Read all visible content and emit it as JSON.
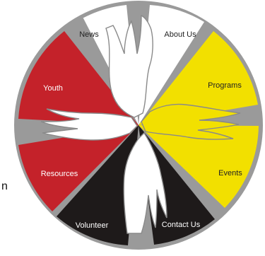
{
  "menu": {
    "items": [
      {
        "id": "news",
        "label": "News",
        "fill": "#ffffff",
        "text_color": "#222222"
      },
      {
        "id": "about",
        "label": "About Us",
        "fill": "#ffffff",
        "text_color": "#222222"
      },
      {
        "id": "programs",
        "label": "Programs",
        "fill": "#f2e000",
        "text_color": "#222222"
      },
      {
        "id": "events",
        "label": "Events",
        "fill": "#f2e000",
        "text_color": "#222222"
      },
      {
        "id": "contact",
        "label": "Contact Us",
        "fill": "#1e1a1a",
        "text_color": "#ffffff"
      },
      {
        "id": "volunteer",
        "label": "Volunteer",
        "fill": "#1e1a1a",
        "text_color": "#ffffff"
      },
      {
        "id": "resources",
        "label": "Resources",
        "fill": "#c4222a",
        "text_color": "#ffffff"
      },
      {
        "id": "youth",
        "label": "Youth",
        "fill": "#c4222a",
        "text_color": "#ffffff"
      }
    ]
  },
  "colors": {
    "ring": "#9a9a9a",
    "hand_outline": "#8a8a8a",
    "white": "#ffffff",
    "yellow": "#f2e000",
    "black": "#1e1a1a",
    "red": "#c4222a"
  },
  "edge_text": "n"
}
